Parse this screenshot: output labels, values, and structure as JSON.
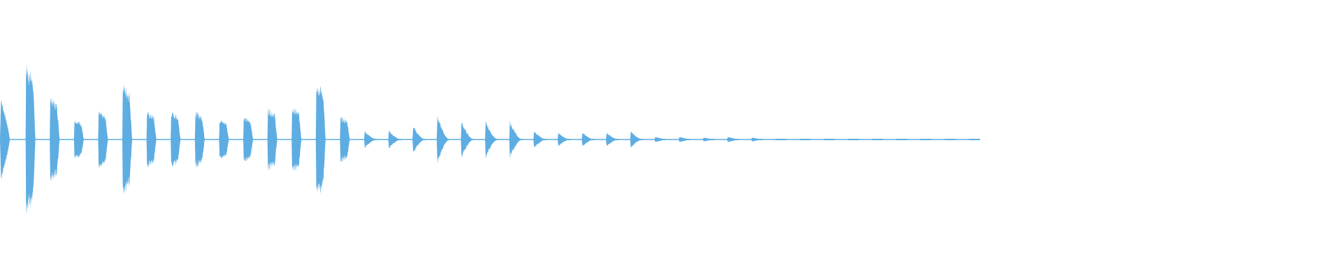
{
  "waveform": {
    "color": "#5dade2",
    "segments": [
      {
        "amp": 0.62,
        "shape": "burst"
      },
      {
        "amp": 1.0,
        "shape": "long"
      },
      {
        "amp": 0.57,
        "shape": "long"
      },
      {
        "amp": 0.27,
        "shape": "long"
      },
      {
        "amp": 0.37,
        "shape": "long"
      },
      {
        "amp": 0.75,
        "shape": "long"
      },
      {
        "amp": 0.37,
        "shape": "long"
      },
      {
        "amp": 0.37,
        "shape": "long"
      },
      {
        "amp": 0.37,
        "shape": "long"
      },
      {
        "amp": 0.27,
        "shape": "long"
      },
      {
        "amp": 0.3,
        "shape": "long"
      },
      {
        "amp": 0.42,
        "shape": "long"
      },
      {
        "amp": 0.43,
        "shape": "long"
      },
      {
        "amp": 0.78,
        "shape": "long"
      },
      {
        "amp": 0.3,
        "shape": "long"
      },
      {
        "amp": 0.13,
        "shape": "short"
      },
      {
        "amp": 0.13,
        "shape": "short"
      },
      {
        "amp": 0.2,
        "shape": "short"
      },
      {
        "amp": 0.35,
        "shape": "short"
      },
      {
        "amp": 0.27,
        "shape": "short"
      },
      {
        "amp": 0.27,
        "shape": "short"
      },
      {
        "amp": 0.27,
        "shape": "short"
      },
      {
        "amp": 0.13,
        "shape": "short"
      },
      {
        "amp": 0.1,
        "shape": "short"
      },
      {
        "amp": 0.1,
        "shape": "short"
      },
      {
        "amp": 0.1,
        "shape": "short"
      },
      {
        "amp": 0.12,
        "shape": "short"
      },
      {
        "amp": 0.04,
        "shape": "tiny"
      },
      {
        "amp": 0.04,
        "shape": "tiny"
      },
      {
        "amp": 0.03,
        "shape": "tiny"
      },
      {
        "amp": 0.04,
        "shape": "tiny"
      },
      {
        "amp": 0.03,
        "shape": "tiny"
      },
      {
        "amp": 0.01,
        "shape": "tiny"
      },
      {
        "amp": 0.01,
        "shape": "tiny"
      },
      {
        "amp": 0.01,
        "shape": "tiny"
      },
      {
        "amp": 0.01,
        "shape": "tiny"
      },
      {
        "amp": 0.01,
        "shape": "tiny"
      },
      {
        "amp": 0.01,
        "shape": "tiny"
      },
      {
        "amp": 0.01,
        "shape": "tiny"
      },
      {
        "amp": 0.01,
        "shape": "tiny"
      },
      {
        "amp": 0.01,
        "shape": "tiny"
      }
    ]
  }
}
